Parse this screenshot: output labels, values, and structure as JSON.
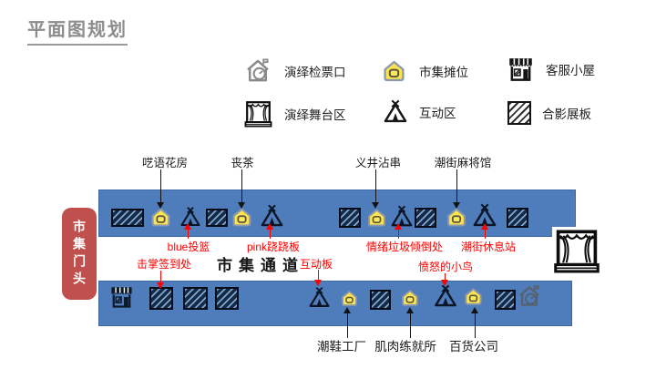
{
  "title": "平面图规划",
  "legend": {
    "items": [
      {
        "icon": "house-clock-icon",
        "label": "演绎检票口"
      },
      {
        "icon": "market-stall-icon",
        "label": "市集摊位"
      },
      {
        "icon": "service-hut-icon",
        "label": "客服小屋"
      },
      {
        "icon": "stage-icon",
        "label": "演绎舞台区"
      },
      {
        "icon": "teepee-icon",
        "label": "互动区"
      },
      {
        "icon": "photo-board-icon",
        "label": "合影展板"
      }
    ]
  },
  "entrance_badge": "市集门头",
  "corridor_label": "市集通道",
  "callouts": {
    "top": [
      "呓语花房",
      "丧茶",
      "义井沾串",
      "潮街麻将馆"
    ],
    "red": [
      "blue投篮",
      "pink跷跷板",
      "情绪垃圾倾倒处",
      "潮街休息站",
      "击掌签到处",
      "互动板",
      "愤怒的小鸟"
    ],
    "bottom": [
      "潮鞋工厂",
      "肌肉练就所",
      "百货公司"
    ]
  },
  "plan": {
    "top_band_icons": [
      "photo-board-wide",
      "market-stall",
      "teepee",
      "photo-board",
      "market-stall",
      "teepee",
      "photo-board",
      "market-stall",
      "teepee",
      "photo-board",
      "market-stall",
      "teepee",
      "photo-board"
    ],
    "bottom_band_icons": [
      "service-hut",
      "photo-board",
      "photo-board",
      "photo-board",
      "teepee",
      "market-stall",
      "photo-board",
      "market-stall",
      "teepee",
      "market-stall",
      "photo-board",
      "house-clock"
    ]
  },
  "colors": {
    "band_blue": "#4F7CBA",
    "badge_red": "#C0504D",
    "callout_red": "#FF0000",
    "stall_yellow": "#FCE34F",
    "title_gray": "#8D8D8D"
  }
}
